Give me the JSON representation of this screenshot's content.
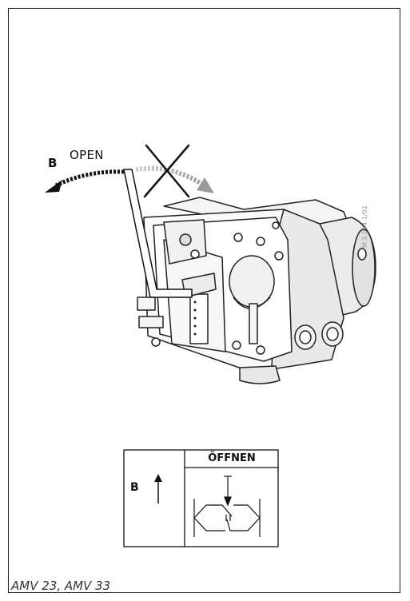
{
  "diagram": {
    "arrow_label_letter": "B",
    "arrow_label_word": "OPEN",
    "reference_code": "M.S.044.1/01",
    "table": {
      "header": "ÖFFNEN",
      "row_label": "B"
    },
    "caption": "AMV 23, AMV 33"
  }
}
